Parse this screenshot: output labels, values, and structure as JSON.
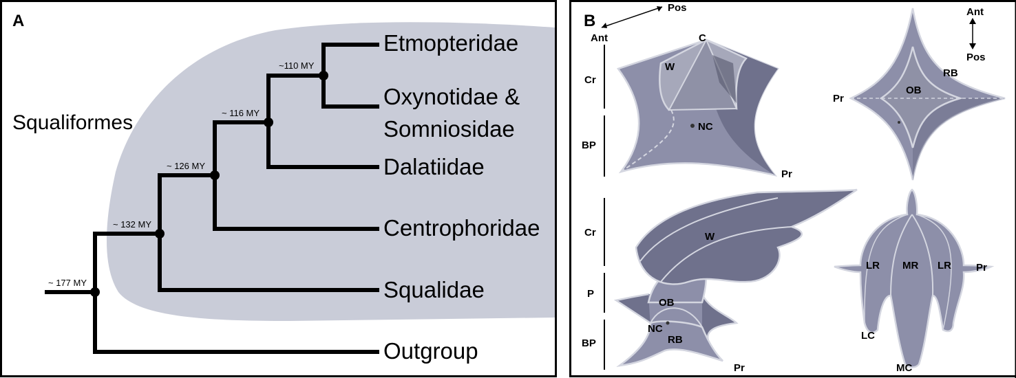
{
  "panelA": {
    "letter": "A",
    "group_label": "Squaliformes",
    "taxa": [
      "Etmopteridae",
      "Oxynotidae &",
      "Somniosidae",
      "Dalatiidae",
      "Centrophoridae",
      "Squalidae",
      "Outgroup"
    ],
    "node_ages": [
      "~ 177 MY",
      "~ 132 MY",
      "~ 126 MY",
      "~ 116 MY",
      "~110 MY"
    ],
    "colors": {
      "shade": "#c9ccd8",
      "branch": "#000000"
    }
  },
  "panelB": {
    "letter": "B",
    "axes": {
      "left": {
        "pos": "Pos",
        "ant": "Ant"
      },
      "right": {
        "ant": "Ant",
        "pos": "Pos"
      }
    },
    "segments_top": [
      "Cr",
      "BP"
    ],
    "segments_bottom": [
      "Cr",
      "P",
      "BP"
    ],
    "labels_top_left": {
      "c": "C",
      "w": "W",
      "nc": "NC",
      "pr": "Pr"
    },
    "labels_top_right": {
      "rb": "RB",
      "ob": "OB",
      "pr": "Pr"
    },
    "labels_bottom_left": {
      "w": "W",
      "ob": "OB",
      "nc": "NC",
      "rb": "RB",
      "pr": "Pr"
    },
    "labels_bottom_right": {
      "lr1": "LR",
      "mr": "MR",
      "lr2": "LR",
      "pr": "Pr",
      "lc": "LC",
      "mc": "MC"
    },
    "colors": {
      "denticle": "#8d8fa9",
      "dark": "#6f718c",
      "outline": "#d4d6e0"
    }
  }
}
